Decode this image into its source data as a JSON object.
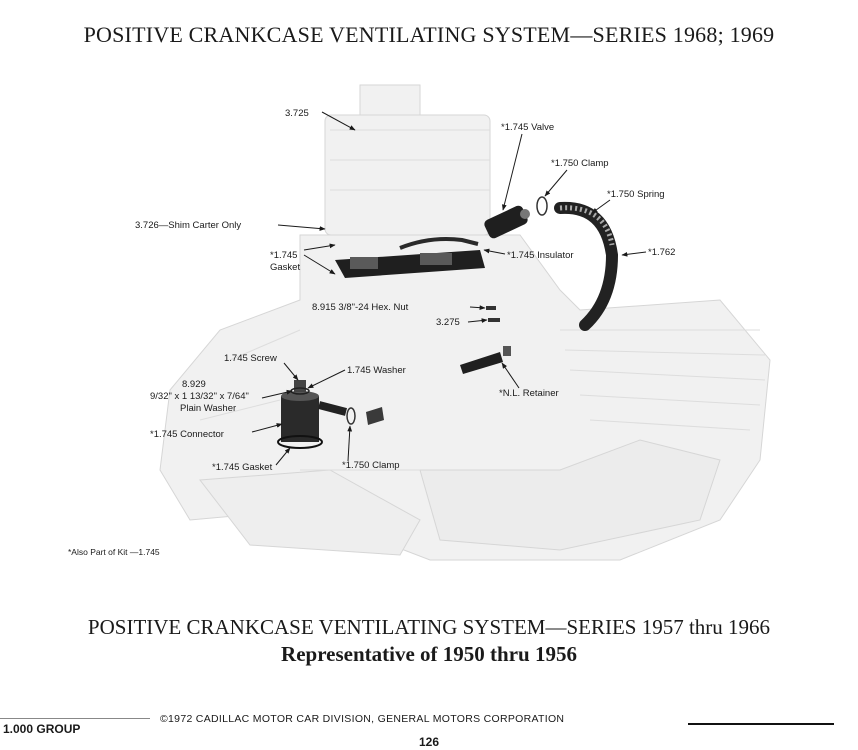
{
  "page": {
    "title_top": "POSITIVE CRANKCASE VENTILATING SYSTEM—SERIES 1968; 1969",
    "title_bottom": "POSITIVE CRANKCASE VENTILATING SYSTEM—SERIES 1957 thru 1966",
    "subtitle_bottom": "Representative of 1950 thru 1956"
  },
  "callouts": {
    "air_cleaner": "3.725",
    "valve": "*1.745 Valve",
    "clamp_top": "*1.750 Clamp",
    "spring": "*1.750 Spring",
    "shim": "3.726—Shim Carter Only",
    "gasket_top_1": "*1.745",
    "gasket_top_2": "Gasket",
    "insulator": "*1.745 Insulator",
    "hose": "*1.762",
    "hex_nut": "8.915  3/8\"-24 Hex. Nut",
    "bolt": "3.275",
    "screw": "1.745 Screw",
    "washer": "1.745 Washer",
    "plain_washer_1": "8.929",
    "plain_washer_2": "9/32\" x 1 13/32\" x 7/64\"",
    "plain_washer_3": "Plain Washer",
    "connector": "*1.745 Connector",
    "retainer": "*N.L. Retainer",
    "gasket_bottom": "*1.745 Gasket",
    "clamp_bottom": "*1.750 Clamp",
    "kit_note": "*Also Part of Kit —1.745"
  },
  "footer": {
    "group": "1.000 GROUP",
    "copyright": "©1972 CADILLAC MOTOR CAR DIVISION, GENERAL MOTORS CORPORATION",
    "page_number": "126"
  }
}
